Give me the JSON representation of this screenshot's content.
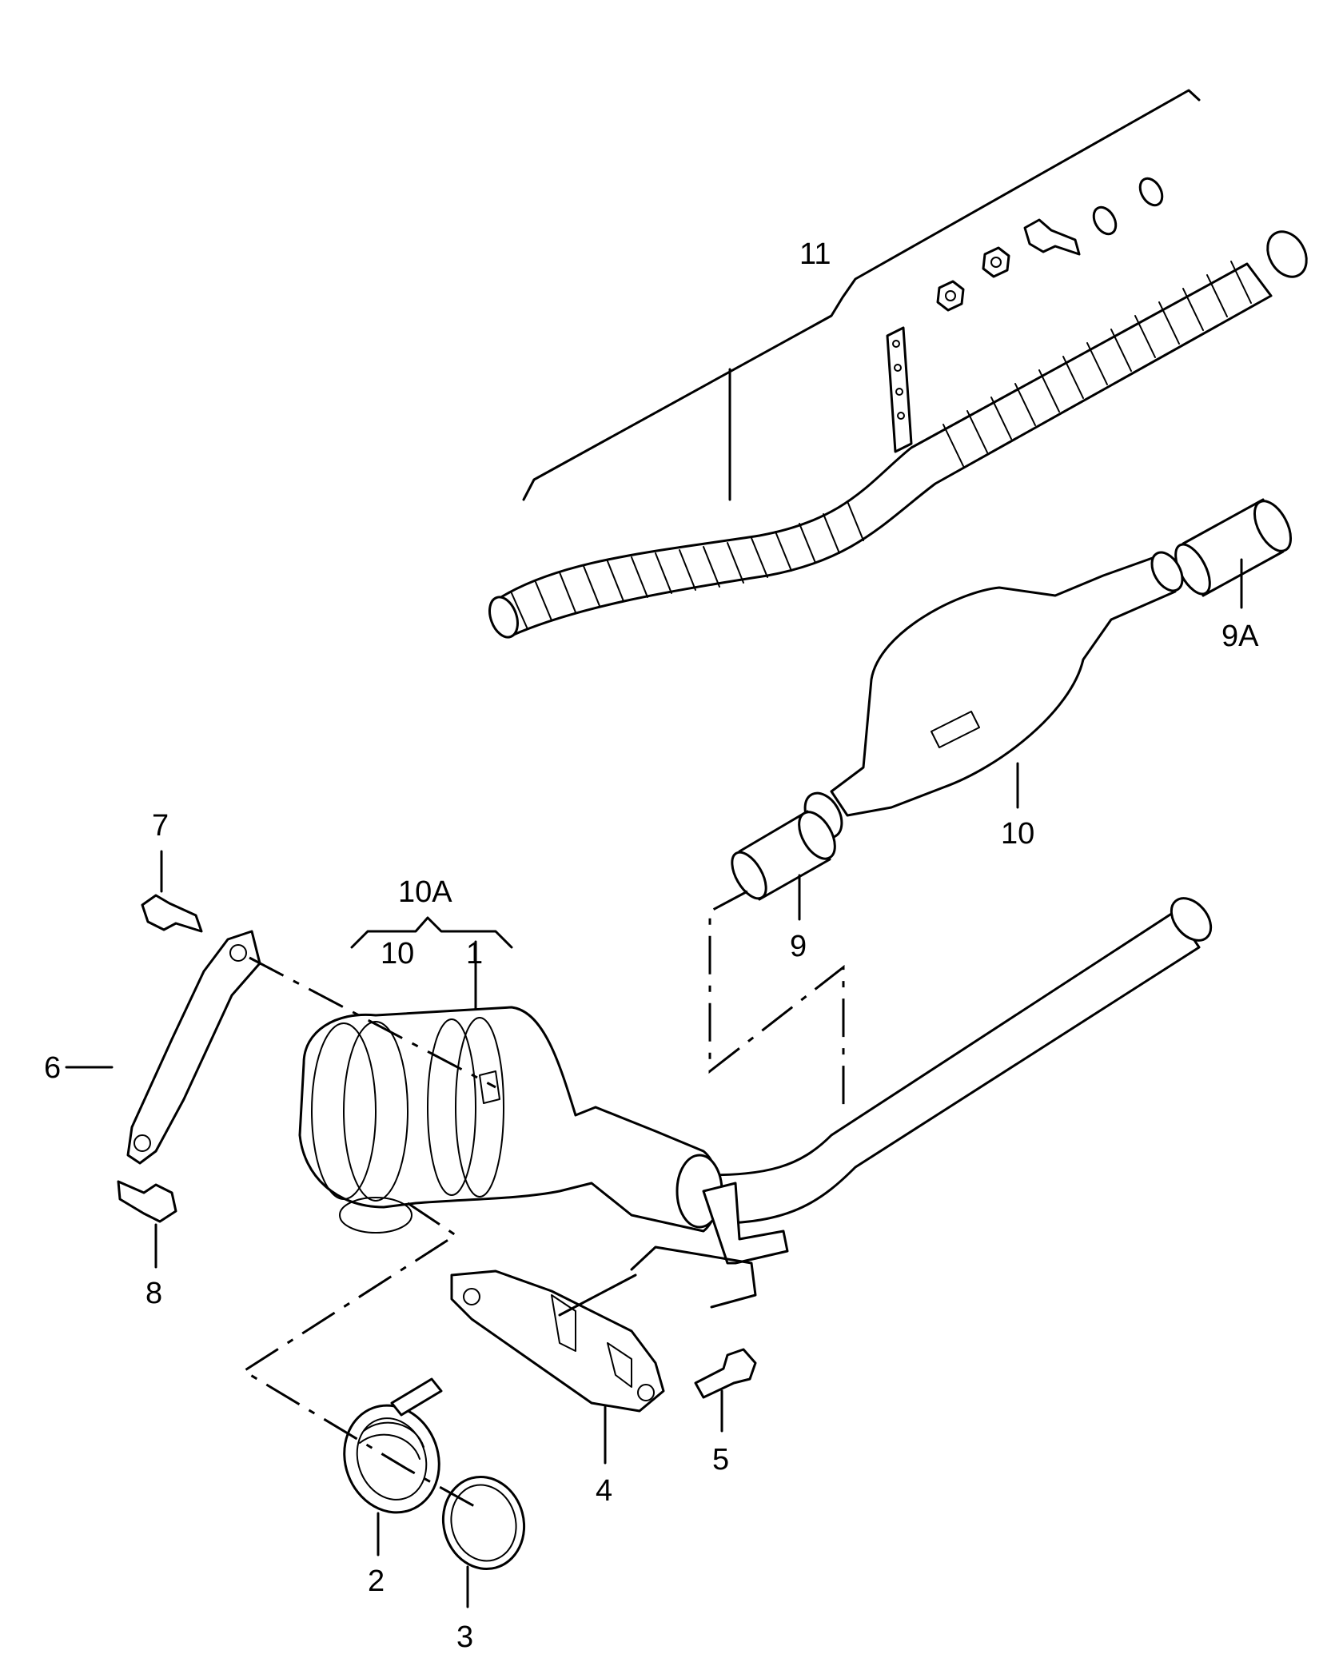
{
  "callouts": {
    "c1": "1",
    "c2": "2",
    "c3": "3",
    "c4": "4",
    "c5": "5",
    "c6": "6",
    "c7": "7",
    "c8": "8",
    "c9": "9",
    "c9a": "9A",
    "c10": "10",
    "c10_group": "10",
    "c10a": "10A",
    "c11": "11"
  }
}
